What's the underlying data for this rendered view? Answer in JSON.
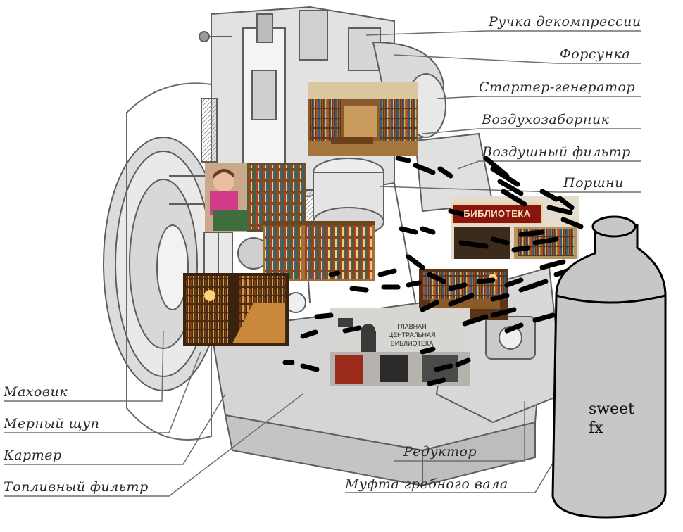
{
  "labels_right": [
    {
      "text": "Ручка декомпрессии"
    },
    {
      "text": "Форсунка"
    },
    {
      "text": "Стартер-генератор"
    },
    {
      "text": "Воздухозаборник"
    },
    {
      "text": "Воздушный фильтр"
    },
    {
      "text": "Поршни"
    }
  ],
  "labels_left": [
    {
      "text": "Маховик"
    },
    {
      "text": "Мерный щуп"
    },
    {
      "text": "Картер"
    },
    {
      "text": "Топливный фильтр"
    }
  ],
  "labels_bottom": [
    {
      "text": "Редуктор"
    },
    {
      "text": "Муфта гребного вала"
    }
  ],
  "photos": {
    "library_sign": "БИБЛИОТЕКА",
    "building_sign": "ГЛАВНАЯ ЦЕНТРАЛЬНАЯ БИБЛИОТЕКА"
  },
  "bottle": {
    "text_line1": "sweet",
    "text_line2": "fx"
  },
  "colors": {
    "engine_line": "#6e6e6e",
    "engine_fill": "#e4e4e4",
    "bottle_fill": "#c8c8c8",
    "spray": "#000000"
  }
}
